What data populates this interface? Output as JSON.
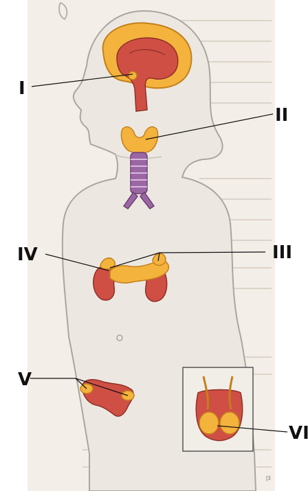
{
  "diagram": {
    "labels": {
      "l1": "I",
      "l2": "II",
      "l3": "III",
      "l4": "IV",
      "l5": "V",
      "l6": "VI"
    },
    "corner_caption": "[3",
    "colors": {
      "page": "#f4eee8",
      "body_fill": "#ece8e1",
      "body_stroke": "#a9a69e",
      "gland_fill": "#f4b33d",
      "gland_stroke": "#c47f1a",
      "organ_fill": "#cf4f45",
      "organ_stroke": "#8f2f28",
      "trachea_fill": "#9b67a3",
      "label_color": "#111111"
    }
  }
}
